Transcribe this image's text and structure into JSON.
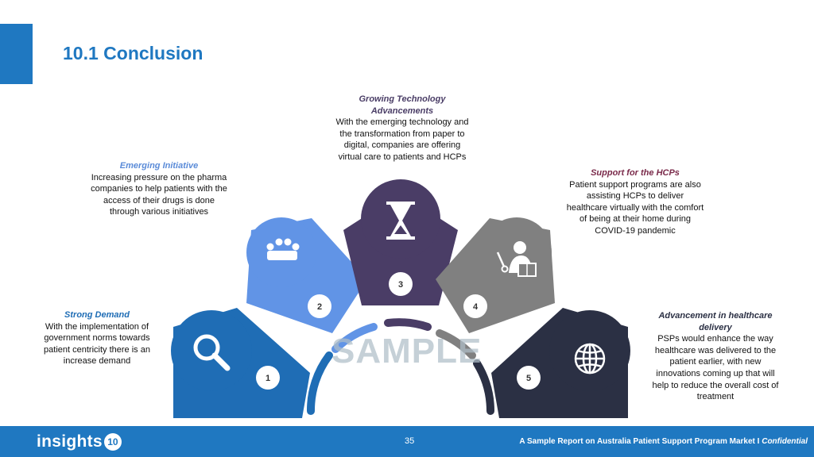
{
  "page": {
    "title": "10.1 Conclusion",
    "watermark": "SAMPLE"
  },
  "items": [
    {
      "number": "1",
      "heading": "Strong Demand",
      "body": "With the implementation of government norms towards patient centricity there is an increase demand",
      "icon": "magnifier-icon",
      "color": "#1f6db5"
    },
    {
      "number": "2",
      "heading": "Emerging Initiative",
      "body": "Increasing pressure on the pharma companies to help patients with the access of their drugs is done through various initiatives",
      "icon": "group-meeting-icon",
      "color": "#6194e6"
    },
    {
      "number": "3",
      "heading": "Growing Technology Advancements",
      "body": "With the emerging technology and the transformation from paper to digital, companies are offering virtual care to patients and HCPs",
      "icon": "hourglass-icon",
      "color": "#4a3d66"
    },
    {
      "number": "4",
      "heading": "Support for the HCPs",
      "body": "Patient support programs are also assisting HCPs to deliver healthcare virtually with the comfort of being at their home during COVID-19 pandemic",
      "icon": "teacher-icon",
      "color": "#808080"
    },
    {
      "number": "5",
      "heading": "Advancement in healthcare delivery",
      "body": "PSPs would enhance the way healthcare was delivered to the patient earlier, with new innovations coming up that will help to reduce the overall cost of treatment",
      "icon": "globe-icon",
      "color": "#2b3044"
    }
  ],
  "footer": {
    "logo_text": "insights",
    "logo_badge": "10",
    "page_number": "35",
    "note": "A Sample Report on Australia Patient Support Program Market I ",
    "confidential": "Confidential"
  },
  "colors": {
    "accent": "#1f78c1",
    "footer_bg": "#1f78c1"
  }
}
